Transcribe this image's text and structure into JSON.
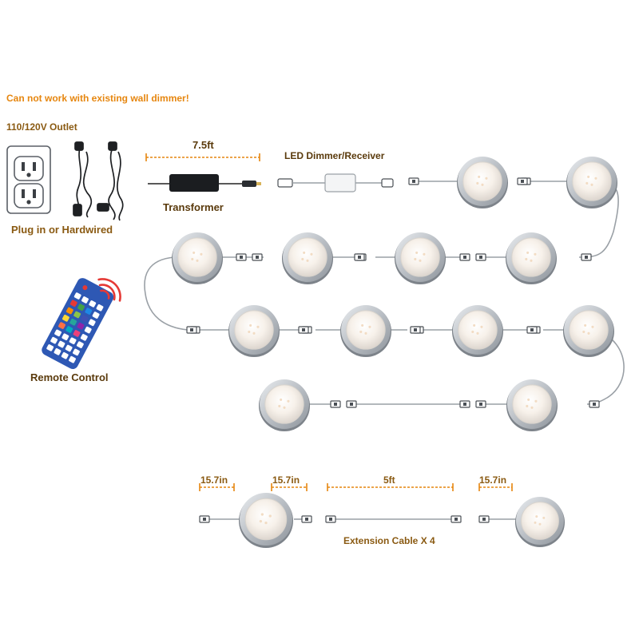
{
  "warning": "Can not work with existing wall dimmer!",
  "outlet": {
    "title": "110/120V Outlet",
    "caption": "Plug in or Hardwired",
    "icon": "power-outlet-icon"
  },
  "transformer": {
    "length": "7.5ft",
    "label": "Transformer"
  },
  "receiver": {
    "label": "LED Dimmer/Receiver"
  },
  "remote": {
    "label": "Remote Control",
    "icon": "rf-remote-icon"
  },
  "extension": {
    "dims": [
      "15.7in",
      "15.7in",
      "5ft",
      "15.7in"
    ],
    "label": "Extension Cable X 4"
  },
  "colors": {
    "accent": "#e6860f",
    "label_text": "#8a5a12",
    "cable": "#9aa0a6",
    "puck_rim": "#c8cdd2"
  }
}
